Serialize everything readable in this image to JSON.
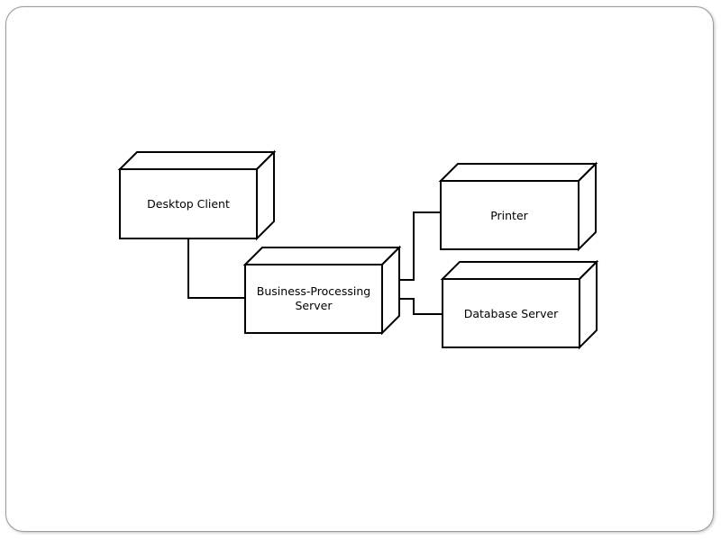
{
  "diagram": {
    "nodes": {
      "desktop_client": {
        "label": "Desktop Client"
      },
      "business_server": {
        "line1": "Business-Processing",
        "line2": "Server"
      },
      "printer": {
        "label": "Printer"
      },
      "database_server": {
        "label": "Database Server"
      }
    },
    "connections": [
      {
        "from": "Desktop Client",
        "to": "Business-Processing Server"
      },
      {
        "from": "Business-Processing Server",
        "to": "Printer"
      },
      {
        "from": "Business-Processing Server",
        "to": "Database Server"
      }
    ],
    "colors": {
      "stroke": "#000000",
      "fill": "#ffffff",
      "slide_border": "#9a9a9a"
    }
  }
}
